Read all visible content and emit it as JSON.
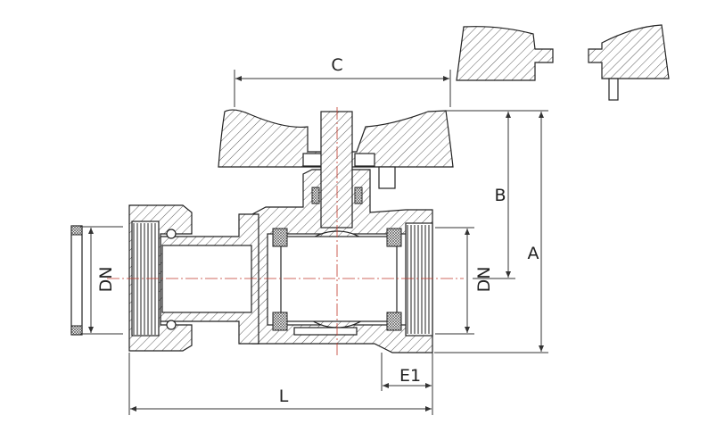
{
  "drawing": {
    "title": "Ball valve with union - sectional view",
    "dimensions": {
      "c": "C",
      "b": "B",
      "a": "A",
      "dn_left": "DN",
      "dn_right": "DN",
      "e1": "E1",
      "l": "L"
    },
    "colors": {
      "line": "#222222",
      "centerline": "#c0392b"
    }
  }
}
